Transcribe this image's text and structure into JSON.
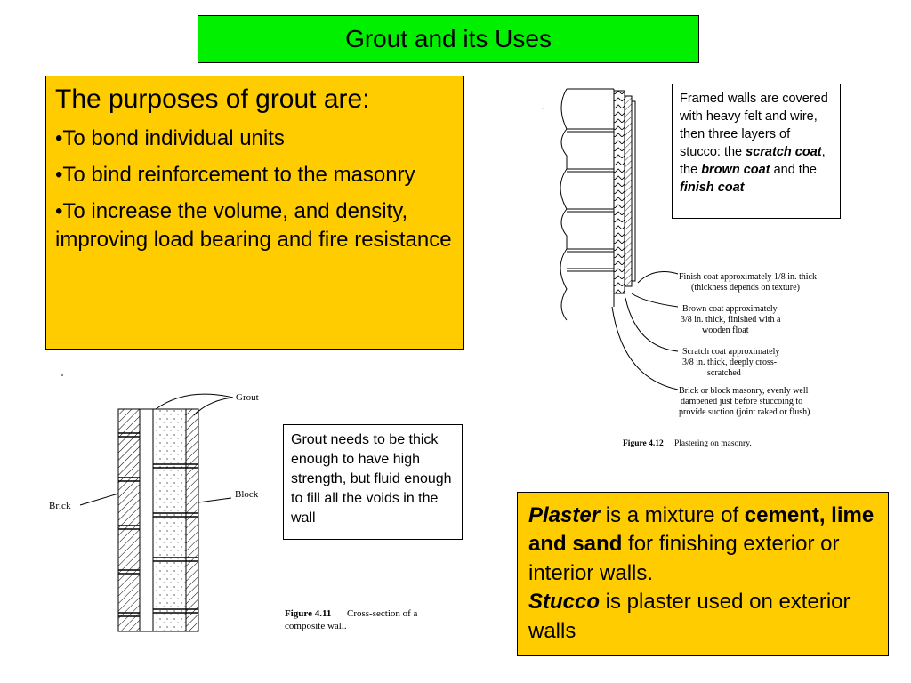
{
  "title": "Grout and its Uses",
  "purposes": {
    "heading": "The purposes of grout are:",
    "bullets": [
      "•To bond individual units",
      "•To bind reinforcement to the masonry",
      "•To increase the volume, and density, improving load bearing and fire resistance"
    ]
  },
  "framed_note": {
    "intro": "Framed walls are covered with heavy felt and wire, then three layers of stucco: the",
    "scratch": "scratch coat",
    "sep1": ", the",
    "brown": "brown coat",
    "sep2": " and the",
    "finish": "finish coat"
  },
  "grout_note": "Grout needs to be thick enough to have high strength, but fluid enough to fill all the voids in the wall",
  "plaster": {
    "term1": "Plaster",
    "text1": " is a mixture of ",
    "bold1": "cement, lime and sand",
    "text2": " for finishing exterior or interior walls.",
    "term2": "Stucco",
    "text3": " is plaster used on exterior walls"
  },
  "figure_411": {
    "label_grout": "Grout",
    "label_brick": "Brick",
    "label_block": "Block",
    "caption_num": "Figure 4.11",
    "caption_text_1": "Cross-section of a",
    "caption_text_2": "composite wall."
  },
  "figure_412": {
    "finish_1": "Finish coat approximately 1/8 in. thick",
    "finish_2": "(thickness depends on texture)",
    "brown_1": "Brown coat approximately",
    "brown_2": "3/8 in. thick, finished with a",
    "brown_3": "wooden float",
    "scratch_1": "Scratch coat approximately",
    "scratch_2": "3/8 in. thick, deeply cross-",
    "scratch_3": "scratched",
    "brick_1": "Brick or block masonry, evenly well",
    "brick_2": "dampened just before stuccoing to",
    "brick_3": "provide suction (joint raked or flush)",
    "caption_num": "Figure 4.12",
    "caption_text": "Plastering on masonry."
  }
}
